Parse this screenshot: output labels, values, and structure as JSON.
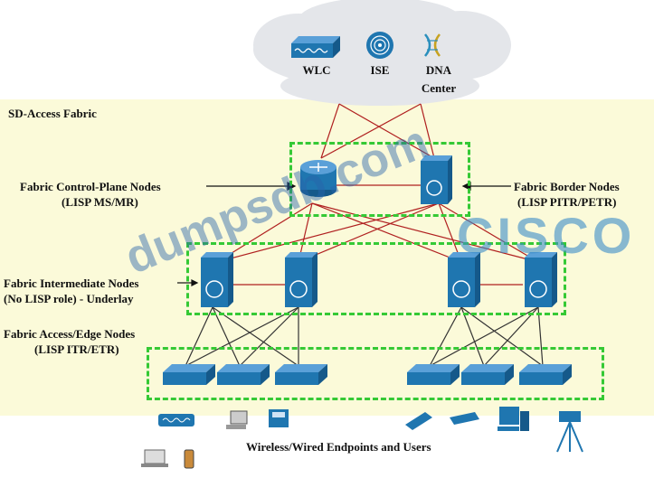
{
  "cloud": {
    "items": [
      {
        "label": "WLC",
        "icon": "wireless-lan-controller-icon"
      },
      {
        "label": "ISE",
        "icon": "fingerprint-icon"
      },
      {
        "label": "DNA",
        "label2": "Center",
        "icon": "dna-center-icon"
      }
    ]
  },
  "fabric_title": "SD-Access Fabric",
  "layers": {
    "control_plane": {
      "line1": "Fabric Control-Plane Nodes",
      "line2": "(LISP MS/MR)"
    },
    "border": {
      "line1": "Fabric Border Nodes",
      "line2": "(LISP PITR/PETR)"
    },
    "intermediate": {
      "line1": "Fabric Intermediate Nodes",
      "line2": "(No LISP role) - Underlay"
    },
    "edge": {
      "line1": "Fabric Access/Edge Nodes",
      "line2": "(LISP ITR/ETR)"
    }
  },
  "endpoints_label": "Wireless/Wired Endpoints and Users",
  "watermark": {
    "text": "dumpsdb.com",
    "brand": "CISCO"
  },
  "colors": {
    "cloud": "#e4e6ea",
    "band": "#fbfad9",
    "dash": "#35c935",
    "device": "#1f76b0",
    "link_red": "#b02020",
    "link_dark": "#333333"
  }
}
